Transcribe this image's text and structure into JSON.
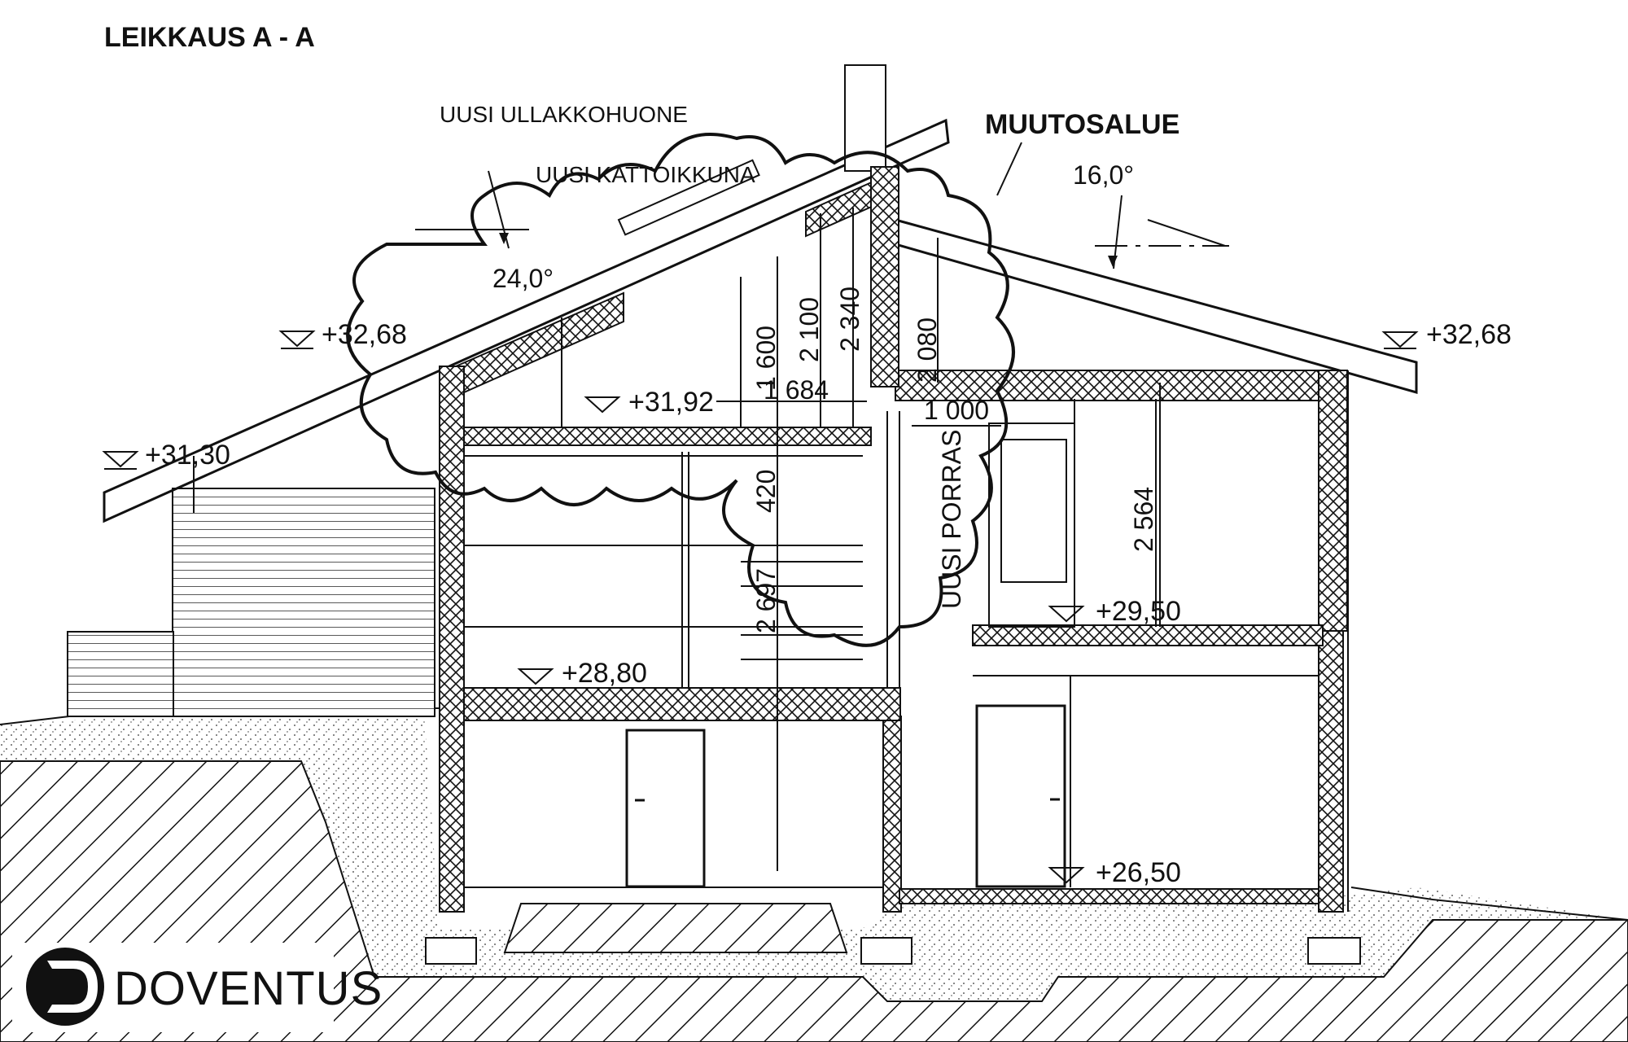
{
  "title": "LEIKKAUS A - A",
  "labels": {
    "attic_room": "UUSI ULLAKKOHUONE",
    "roof_window": "UUSI KATTOIKKUNA",
    "change_area": "MUUTOSALUE",
    "new_stair": "UUSI PORRAS"
  },
  "angles": {
    "left_roof": "24,0°",
    "right_roof": "16,0°"
  },
  "levels": {
    "left_eave": "+31,30",
    "left_ridge": "+32,68",
    "right_ridge": "+32,68",
    "upper_floor": "+31,92",
    "mid_right": "+29,50",
    "main_left": "+28,80",
    "lower_right": "+26,50"
  },
  "dimensions": {
    "d1600": "1 600",
    "d2100": "2 100",
    "d2340": "2 340",
    "d2080": "2 080",
    "d1684": "1 684",
    "d1000": "1 000",
    "d420": "420",
    "d2697": "2 697",
    "d2564": "2 564"
  },
  "logo": {
    "name": "DOVENTUS"
  }
}
